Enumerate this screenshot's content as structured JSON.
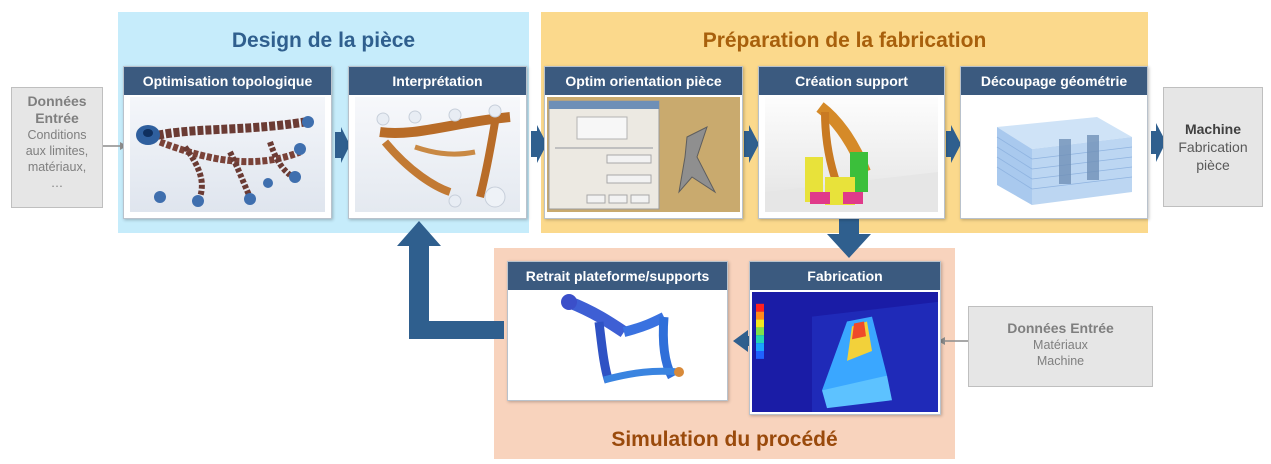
{
  "regions": {
    "design": {
      "title": "Design de la pièce",
      "color": "#c6ecfb",
      "title_color": "#2f5f8e"
    },
    "preparation": {
      "title": "Préparation de la fabrication",
      "color": "#fbd98c",
      "title_color": "#a8600c"
    },
    "simulation": {
      "title": "Simulation du procédé",
      "color": "#f8d3bd",
      "title_color": "#9a4a0c"
    }
  },
  "steps": {
    "optimisation": "Optimisation topologique",
    "interpretation": "Interprétation",
    "orientation": "Optim orientation pièce",
    "support": "Création support",
    "decoupage": "Découpage géométrie",
    "retrait": "Retrait plateforme/supports",
    "fabrication": "Fabrication"
  },
  "inputs_left": {
    "title": "Données Entrée",
    "line1": "Conditions",
    "line2": "aux limites,",
    "line3": "matériaux,",
    "line4": "…"
  },
  "output_machine": {
    "title": "Machine",
    "line1": "Fabrication",
    "line2": "pièce"
  },
  "inputs_right": {
    "title": "Données Entrée",
    "line1": "Matériaux",
    "line2": "Machine"
  },
  "colors": {
    "arrow": "#2f5f8e",
    "step_header": "#3b5a7f"
  }
}
